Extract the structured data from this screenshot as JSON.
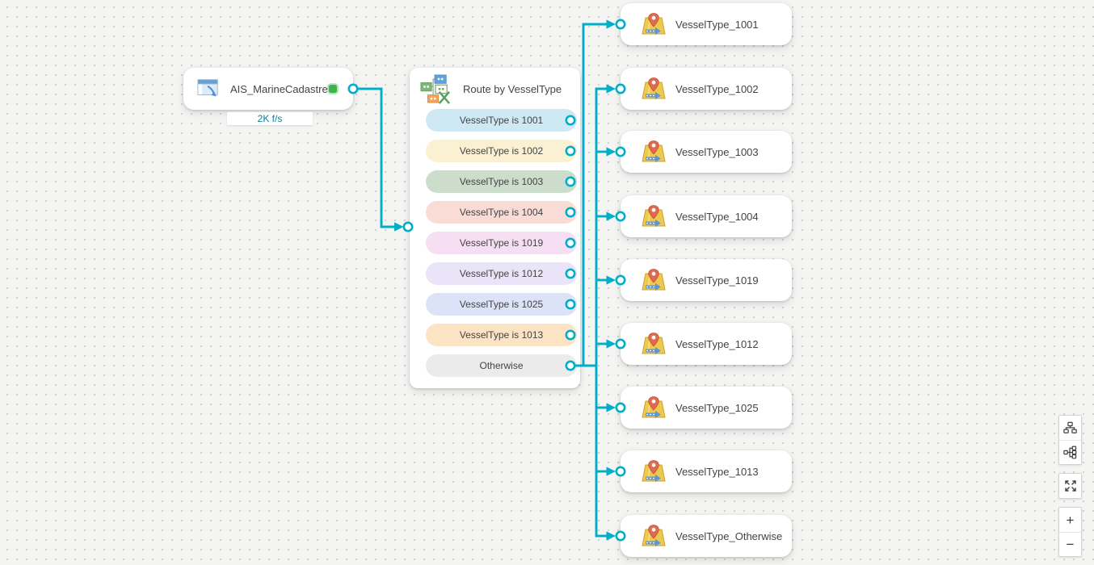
{
  "canvas": {
    "accent_color": "#00afc7",
    "background_color": "#f4f4f2"
  },
  "source_node": {
    "title": "AIS_MarineCadastre",
    "icon": "feed-window-icon",
    "status_color": "#3bb54a",
    "status_halo": "#b9e3be",
    "rate_label": "2K f/s"
  },
  "router_node": {
    "title": "Route by VesselType",
    "icon": "route-filter-icon",
    "routes": [
      {
        "label": "VesselType is 1001",
        "color": "#cfe9f4"
      },
      {
        "label": "VesselType is 1002",
        "color": "#faf1d2"
      },
      {
        "label": "VesselType is 1003",
        "color": "#ccdecb"
      },
      {
        "label": "VesselType is 1004",
        "color": "#fadcd7"
      },
      {
        "label": "VesselType is 1019",
        "color": "#f7dff3"
      },
      {
        "label": "VesselType is 1012",
        "color": "#eae4f8"
      },
      {
        "label": "VesselType is 1025",
        "color": "#dce3f8"
      },
      {
        "label": "VesselType is 1013",
        "color": "#fbe3c4"
      },
      {
        "label": "Otherwise",
        "color": "#ebebeb"
      }
    ]
  },
  "output_nodes": [
    {
      "label": "VesselType_1001",
      "icon": "feature-layer-map-pin-icon"
    },
    {
      "label": "VesselType_1002",
      "icon": "feature-layer-map-pin-icon"
    },
    {
      "label": "VesselType_1003",
      "icon": "feature-layer-map-pin-icon"
    },
    {
      "label": "VesselType_1004",
      "icon": "feature-layer-map-pin-icon"
    },
    {
      "label": "VesselType_1019",
      "icon": "feature-layer-map-pin-icon"
    },
    {
      "label": "VesselType_1012",
      "icon": "feature-layer-map-pin-icon"
    },
    {
      "label": "VesselType_1025",
      "icon": "feature-layer-map-pin-icon"
    },
    {
      "label": "VesselType_1013",
      "icon": "feature-layer-map-pin-icon"
    },
    {
      "label": "VesselType_Otherwise",
      "icon": "feature-layer-map-pin-icon"
    }
  ],
  "toolbar": {
    "icons": [
      "auto-layout-vertical",
      "auto-layout-horizontal",
      "fit-to-view",
      "zoom-in",
      "zoom-out"
    ],
    "zoom_in_label": "+",
    "zoom_out_label": "−"
  }
}
